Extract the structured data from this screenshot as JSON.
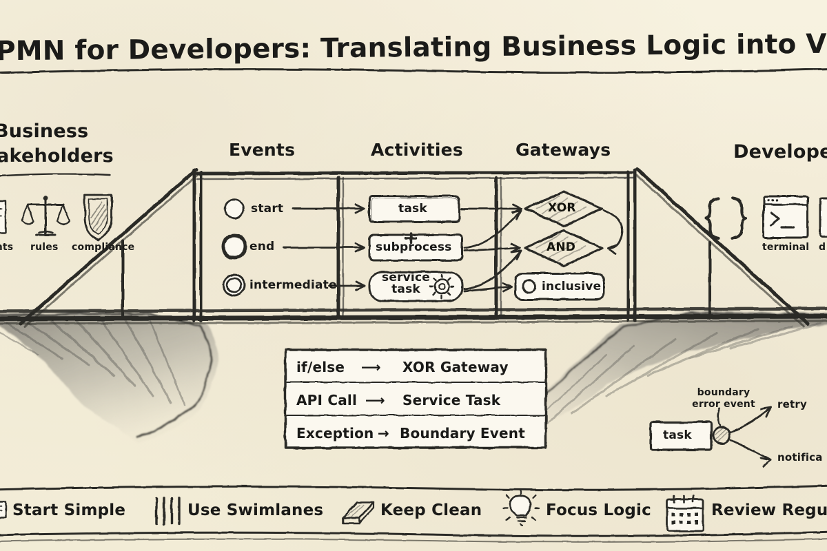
{
  "page": {
    "title": "BPMN for Developers: Translating Business Logic into Visual Models",
    "title_visible": "PMN for Developers: Translating Business Logic into Visual Mode",
    "background_color": "#faf7ec",
    "ink_color": "#2b2b28"
  },
  "left_panel": {
    "heading_line1": "Business",
    "heading_line2": "takeholders",
    "heading_full": "Business Stakeholders",
    "icons": [
      {
        "name": "requirements-icon",
        "label": "ents",
        "label_full": "requirements"
      },
      {
        "name": "scales-icon",
        "label": "rules"
      },
      {
        "name": "shield-icon",
        "label": "compliance"
      }
    ]
  },
  "right_panel": {
    "heading": "Developer",
    "heading_full": "Developers",
    "icons": [
      {
        "name": "curly-braces-icon",
        "label": ""
      },
      {
        "name": "terminal-icon",
        "label": "terminal"
      },
      {
        "name": "debug-icon",
        "label": "d"
      }
    ]
  },
  "bridge": {
    "columns": [
      {
        "heading": "Events",
        "items": [
          {
            "label": "start",
            "shape": "thin-circle"
          },
          {
            "label": "end",
            "shape": "thick-circle"
          },
          {
            "label": "intermediate",
            "shape": "double-circle"
          }
        ]
      },
      {
        "heading": "Activities",
        "items": [
          {
            "label": "task",
            "shape": "rect",
            "marker": ""
          },
          {
            "label": "subprocess",
            "shape": "rect",
            "marker": "+"
          },
          {
            "label": "service task",
            "shape": "rounded-rect",
            "marker": "gear"
          }
        ]
      },
      {
        "heading": "Gateways",
        "items": [
          {
            "label": "XOR",
            "shape": "diamond"
          },
          {
            "label": "AND",
            "shape": "diamond"
          },
          {
            "label": "inclusive",
            "shape": "rounded-rect-circle"
          }
        ]
      }
    ]
  },
  "mapping_table": {
    "rows": [
      {
        "from": "if/else",
        "arrow": "⟶",
        "to": "XOR Gateway"
      },
      {
        "from": "API Call",
        "arrow": "⟶",
        "to": "Service Task"
      },
      {
        "from": "Exception",
        "arrow": "→",
        "to": "Boundary Event"
      }
    ]
  },
  "boundary_example": {
    "annotation_line1": "boundary",
    "annotation_line2": "error event",
    "task_label": "task",
    "branches": [
      {
        "label": "retry"
      },
      {
        "label": "notifica",
        "label_full": "notification"
      }
    ]
  },
  "tips_bar": {
    "tips": [
      {
        "icon": "blocks-icon",
        "label": "Start Simple"
      },
      {
        "icon": "swimlanes-icon",
        "label": "Use Swimlanes"
      },
      {
        "icon": "eraser-icon",
        "label": "Keep Clean"
      },
      {
        "icon": "lightbulb-icon",
        "label": "Focus Logic"
      },
      {
        "icon": "calendar-icon",
        "label": "Review Regula",
        "label_full": "Review Regularly"
      }
    ]
  }
}
